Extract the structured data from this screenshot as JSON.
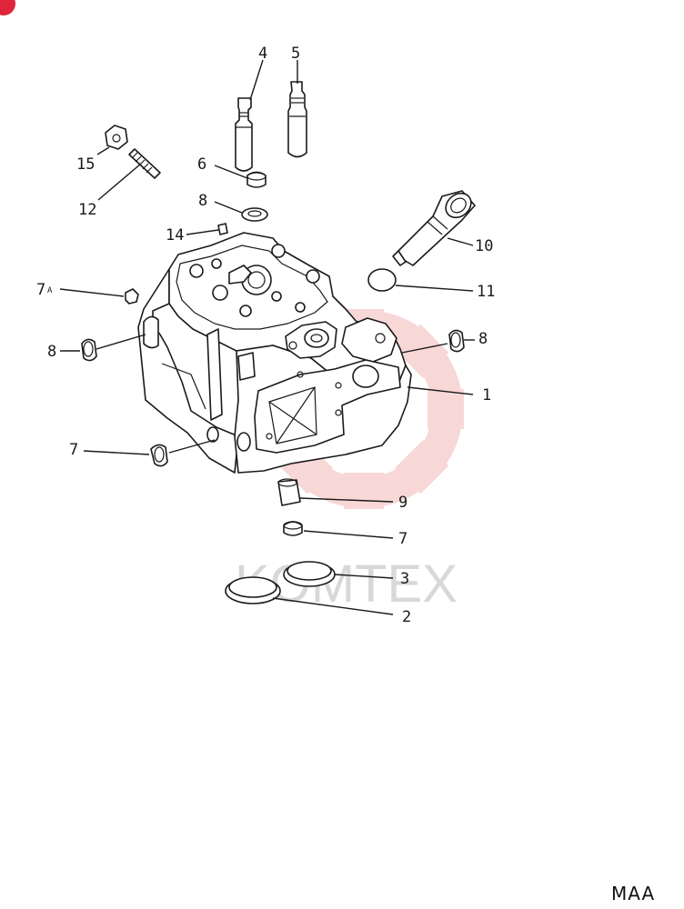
{
  "diagram": {
    "labels": {
      "p1": "1",
      "p2": "2",
      "p3": "3",
      "p4": "4",
      "p5": "5",
      "p6": "6",
      "p7a": "7",
      "p7a_suffix": "A",
      "p7_left": "7",
      "p7_bottom": "7",
      "p8_top": "8",
      "p8_left": "8",
      "p8_right": "8",
      "p9": "9",
      "p10": "10",
      "p11": "11",
      "p12": "12",
      "p14": "14",
      "p15": "15"
    },
    "watermark_text": "KOMTEX",
    "corner_code": "MAA",
    "colors": {
      "line": "#1a1a1a",
      "watermark_red": "#f3b8b8",
      "watermark_gray": "#d8d8d8",
      "badge": "#e0243a"
    }
  }
}
